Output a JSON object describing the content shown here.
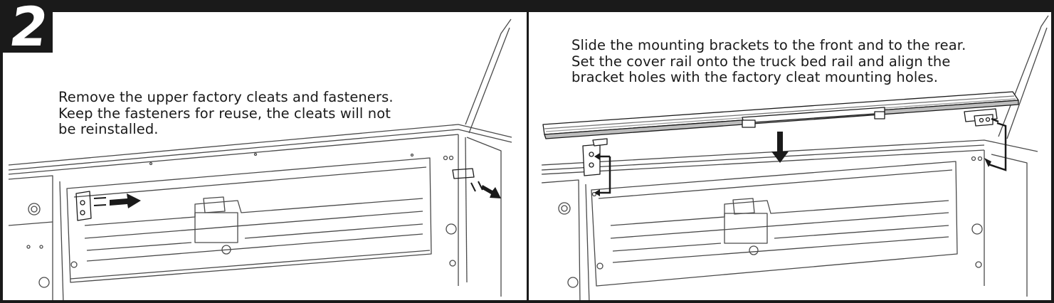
{
  "step": {
    "number": "2"
  },
  "panels": [
    {
      "id": "remove-cleats",
      "instruction_lines": [
        "Remove the upper factory cleats and fasteners.",
        "Keep the fasteners for reuse, the cleats will not",
        "be reinstalled."
      ]
    },
    {
      "id": "mount-rail",
      "instruction_lines": [
        "Slide the mounting brackets to the front and to the rear.",
        "Set the cover rail onto the truck bed rail and align the",
        "bracket holes with the factory cleat mounting holes."
      ]
    }
  ],
  "colors": {
    "ink": "#1a1a1a",
    "line": "#4a4a4a",
    "paper": "#ffffff",
    "rail_shade": "#bdbdbd"
  }
}
